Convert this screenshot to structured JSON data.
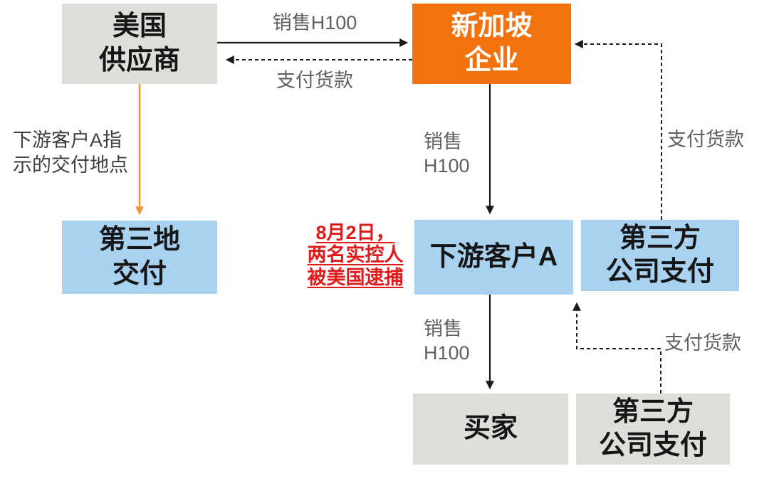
{
  "colors": {
    "gray_box": "#dededa",
    "orange_box": "#f4720d",
    "blue_box": "#a8d2f0",
    "box_text": "#161616",
    "orange_box_text": "#ffffff",
    "label_text": "#5f5f5f",
    "note_text": "#3f3f3f",
    "red_text": "#e01b1b",
    "arrow_black": "#1a1a1a",
    "arrow_orange": "#f0973d"
  },
  "nodes": {
    "us_supplier": {
      "label": "美国\n供应商"
    },
    "singapore_company": {
      "label": "新加坡\n企业"
    },
    "third_place_delivery": {
      "label": "第三地\n交付"
    },
    "downstream_customer_a": {
      "label": "下游客户A"
    },
    "third_party_payment_right": {
      "label": "第三方\n公司支付"
    },
    "buyer": {
      "label": "买家"
    },
    "third_party_payment_bottom": {
      "label": "第三方\n公司支付"
    }
  },
  "edge_labels": {
    "sell_h100_top": "销售H100",
    "pay_goods_top": "支付货款",
    "delivery_note": "下游客户A指\n示的交付地点",
    "sell_h100_mid": "销售\nH100",
    "pay_goods_right_top": "支付货款",
    "sell_h100_bottom": "销售\nH100",
    "pay_goods_right_bottom": "支付货款",
    "arrest_note": "8月2日，\n两名实控人\n被美国逮捕"
  }
}
